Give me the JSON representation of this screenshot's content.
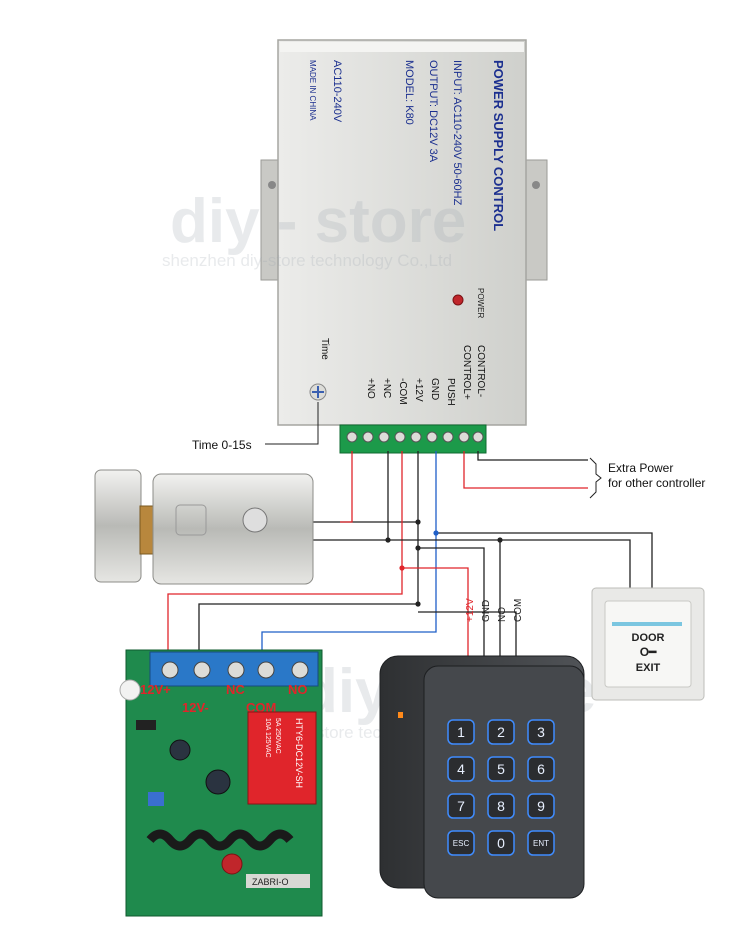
{
  "power_supply": {
    "title": "POWER SUPPLY CONTROL",
    "input": "INPUT: AC110-240V  50-60HZ",
    "output": "OUTPUT: DC12V  3A",
    "model": "MODEL: K80",
    "ac_range": "AC110-240V",
    "made_in": "MADE IN CHINA",
    "power_led_label": "POWER",
    "time_label": "Time",
    "terminals": [
      "CONTROL-",
      "CONTROL+",
      "PUSH",
      "GND",
      "+12V",
      "-COM",
      "+NC",
      "+NO"
    ]
  },
  "annotations": {
    "time_range": "Time 0-15s",
    "extra_power_line1": "Extra Power",
    "extra_power_line2": "for other controller"
  },
  "watermark": {
    "brand": "diy - store",
    "company": "shenzhen diy-store technology Co.,Ltd"
  },
  "exit_button": {
    "line1": "DOOR",
    "line2": "EXIT",
    "key_symbol": "O━"
  },
  "keypad_wires": [
    "+12V",
    "GND",
    "NO",
    "COM"
  ],
  "keypad": {
    "keys": [
      "1",
      "2",
      "3",
      "4",
      "5",
      "6",
      "7",
      "8",
      "9",
      "ESC",
      "0",
      "ENT"
    ]
  },
  "relay_board": {
    "terminals": [
      "12V+",
      "12V-",
      "NC",
      "COM",
      "NO"
    ],
    "relay_text": "HTY6-DC12V-SH",
    "relay_rating1": "10A 125VAC",
    "relay_rating2": "5A 250VAC",
    "chip_text": "ZABRI-O"
  },
  "colors": {
    "wire_black": "#222222",
    "wire_red": "#e0252b",
    "wire_blue": "#1f5fc8",
    "terminal_green": "#1c9a4a",
    "pcb_green": "#1f8a4d",
    "box_gray": "#dcdcd8",
    "keypad_body": "#3c3e40",
    "key_blue": "#3f8cff"
  }
}
